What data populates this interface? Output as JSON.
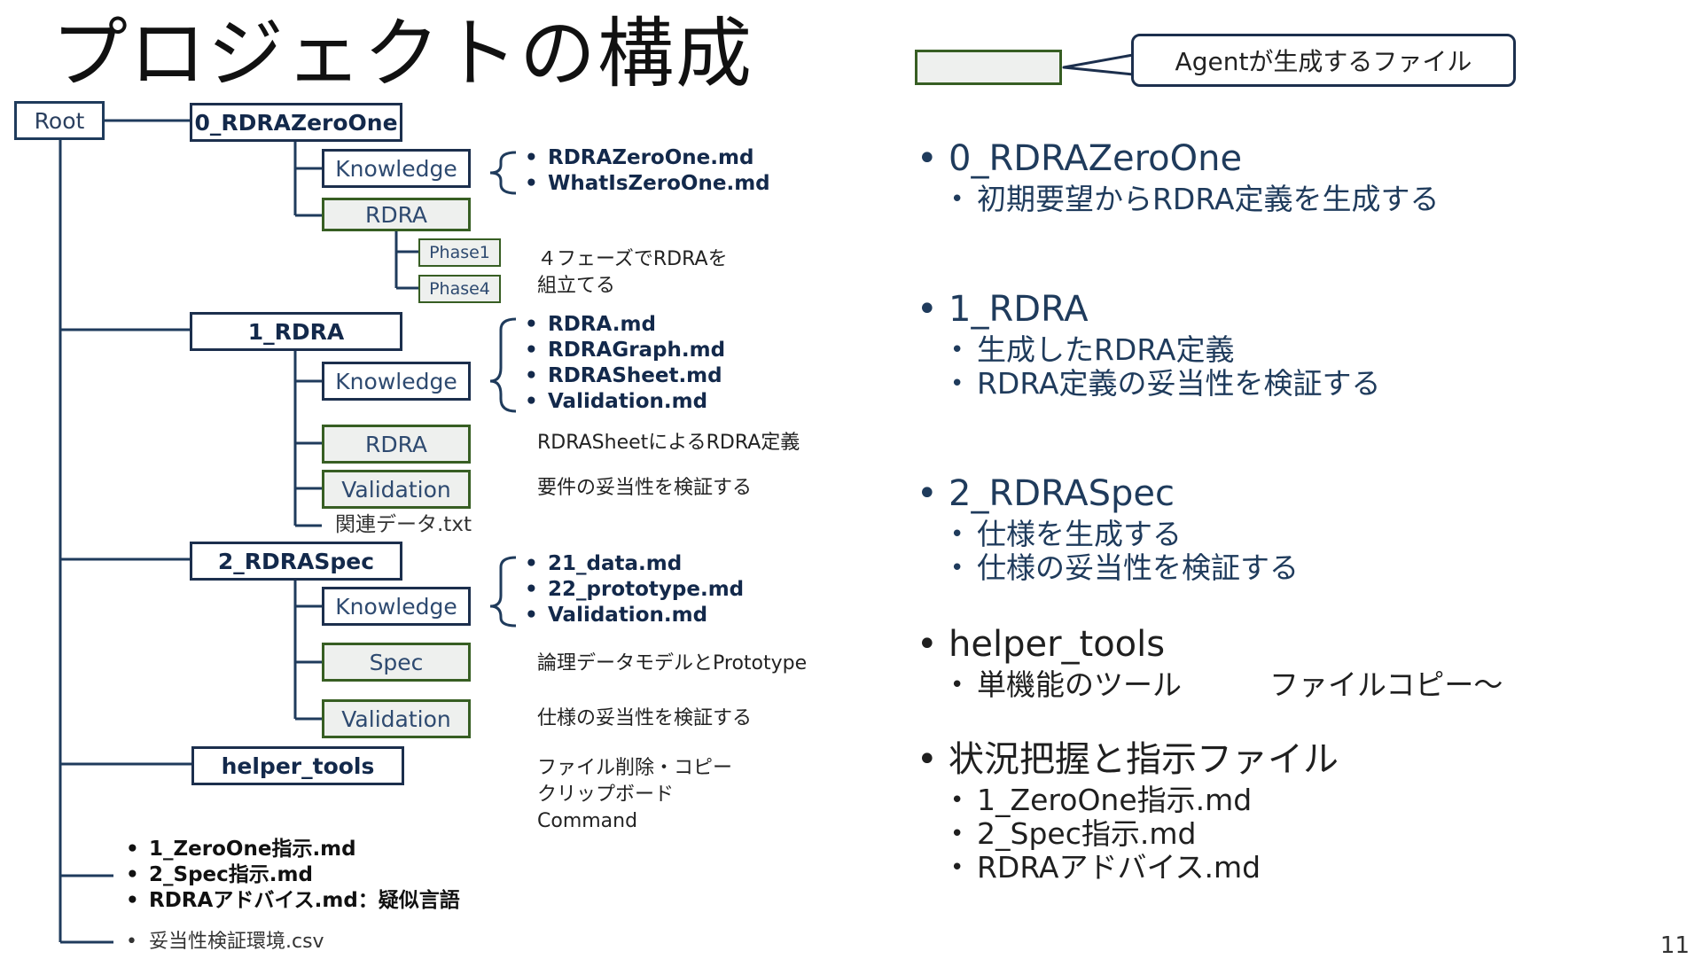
{
  "title": "プロジェクトの構成",
  "page_number": "11",
  "colors": {
    "navy": "#1c2f4d",
    "generated_border": "#375e23",
    "generated_fill": "#eef0ee"
  },
  "tree": {
    "root": "Root",
    "dirs": {
      "d0": "0_RDRAZeroOne",
      "d1": "1_RDRA",
      "d2": "2_RDRASpec",
      "d3": "helper_tools"
    },
    "sub": {
      "k0": "Knowledge",
      "rdra0": "RDRA",
      "phase1": "Phase1",
      "phase4": "Phase4",
      "k1": "Knowledge",
      "rdra1": "RDRA",
      "val1": "Validation",
      "k2": "Knowledge",
      "spec2": "Spec",
      "val2": "Validation"
    },
    "related_file": "関連データ.txt",
    "files_k0": [
      "RDRAZeroOne.md",
      "WhatIsZeroOne.md"
    ],
    "files_k1": [
      "RDRA.md",
      "RDRAGraph.md",
      "RDRASheet.md",
      "Validation.md"
    ],
    "files_k2": [
      "21_data.md",
      "22_prototype.md",
      "Validation.md"
    ],
    "root_files": [
      "1_ZeroOne指示.md",
      "2_Spec指示.md",
      "RDRAアドバイス.md：疑似言語"
    ],
    "root_file_last": "妥当性検証環境.csv",
    "descriptions": {
      "phases": "４フェーズでRDRAを\n組立てる",
      "rdra1": "RDRASheetによるRDRA定義",
      "val1": "要件の妥当性を検証する",
      "spec2": "論理データモデルとPrototype",
      "val2": "仕様の妥当性を検証する",
      "helper": "ファイル削除・コピー\nクリップボード\nCommand"
    }
  },
  "legend": {
    "callout": "Agentが生成するファイル"
  },
  "summary": [
    {
      "title": "0_RDRAZeroOne",
      "items": [
        "初期要望からRDRA定義を生成する"
      ]
    },
    {
      "title": "1_RDRA",
      "items": [
        "生成したRDRA定義",
        "RDRA定義の妥当性を検証する"
      ]
    },
    {
      "title": "2_RDRASpec",
      "items": [
        "仕様を生成する",
        "仕様の妥当性を検証する"
      ]
    },
    {
      "title": "helper_tools",
      "items": [
        "単機能のツール　　　ファイルコピー～"
      ]
    },
    {
      "title": "状況把握と指示ファイル",
      "items": [
        "1_ZeroOne指示.md",
        "2_Spec指示.md",
        "RDRAアドバイス.md"
      ]
    }
  ]
}
